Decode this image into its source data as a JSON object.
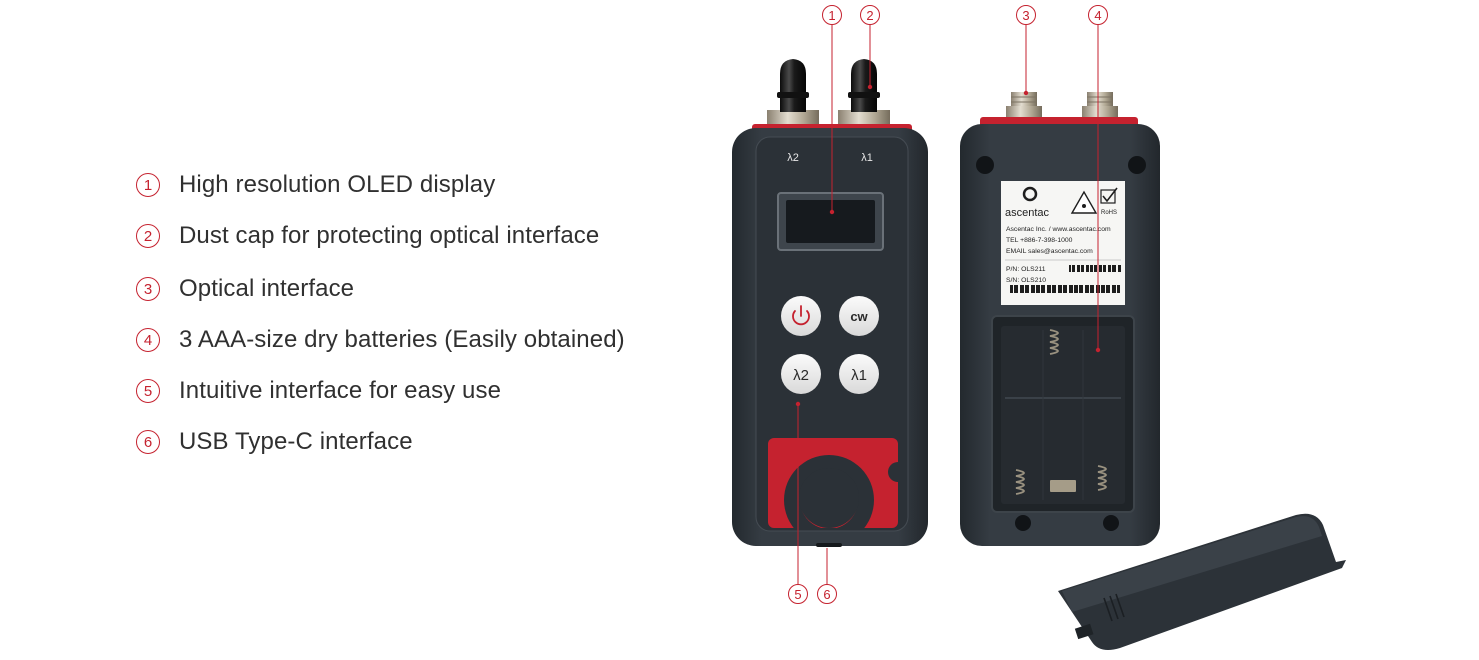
{
  "features": [
    {
      "num": "1",
      "text": "High resolution OLED display"
    },
    {
      "num": "2",
      "text": "Dust cap for protecting optical interface"
    },
    {
      "num": "3",
      "text": "Optical interface"
    },
    {
      "num": "4",
      "text": "3 AAA-size dry batteries (Easily obtained)"
    },
    {
      "num": "5",
      "text": "Intuitive interface for easy use"
    },
    {
      "num": "6",
      "text": "USB Type-C interface"
    }
  ],
  "callouts": {
    "c1": "1",
    "c2": "2",
    "c3": "3",
    "c4": "4",
    "c5": "5",
    "c6": "6"
  },
  "device_front": {
    "port_left_label": "λ2",
    "port_right_label": "λ1",
    "buttons": {
      "cw": "cw",
      "lambda2": "λ2",
      "lambda1": "λ1"
    }
  },
  "device_back_label": {
    "brand": "ascentac",
    "rohs": "RoHS",
    "company_line": "Ascentac Inc. / www.ascentac.com",
    "tel_line": "TEL +886-7-398-1000",
    "email_line": "EMAIL  sales@ascentac.com",
    "pn_line": "P/N: OLS211",
    "sn_line": "S/N: OLS210"
  },
  "colors": {
    "accent": "#c5222f",
    "body": "#2f353b",
    "body_dark": "#23282d"
  }
}
